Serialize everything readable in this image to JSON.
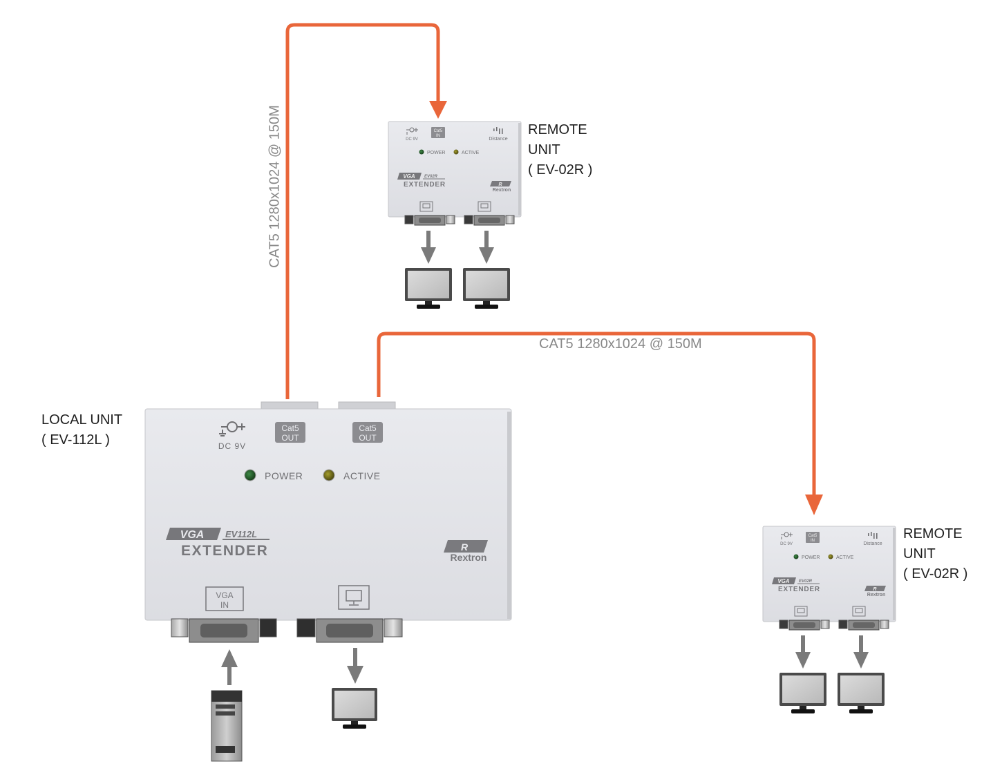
{
  "colors": {
    "cable": "#E9663A",
    "flow_arrow": "#7a7a7a",
    "device_body": "#e2e3e7",
    "device_text": "#6f6f72",
    "label_text": "#1e1e1e",
    "cable_label_text": "#888888",
    "power_led": "#1f5a24",
    "active_led": "#6e6a1c"
  },
  "local_unit": {
    "name_line1": "LOCAL UNIT",
    "name_line2": "( EV-112L )",
    "dc_label": "DC 9V",
    "cat5_top": "Cat5",
    "cat5_bottom": "OUT",
    "power_label": "POWER",
    "active_label": "ACTIVE",
    "vga_badge": "VGA",
    "model": "EV112L",
    "extender": "EXTENDER",
    "brand": "Rextron",
    "vga_in_top": "VGA",
    "vga_in_bottom": "IN"
  },
  "remote_unit_template": {
    "dc_label": "DC 9V",
    "cat5_top": "Cat5",
    "cat5_bottom": "IN",
    "distance_label": "Distance",
    "power_label": "POWER",
    "active_label": "ACTIVE",
    "vga_badge": "VGA",
    "model": "EV02R",
    "extender": "EXTENDER",
    "brand": "Rextron"
  },
  "remote_units": [
    {
      "name_line1": "REMOTE",
      "name_line2": "UNIT",
      "name_line3": "( EV-02R )"
    },
    {
      "name_line1": "REMOTE",
      "name_line2": "UNIT",
      "name_line3": "( EV-02R )"
    }
  ],
  "cables": [
    {
      "label": "CAT5 1280x1024 @ 150M"
    },
    {
      "label": "CAT5 1280x1024 @ 150M"
    }
  ]
}
